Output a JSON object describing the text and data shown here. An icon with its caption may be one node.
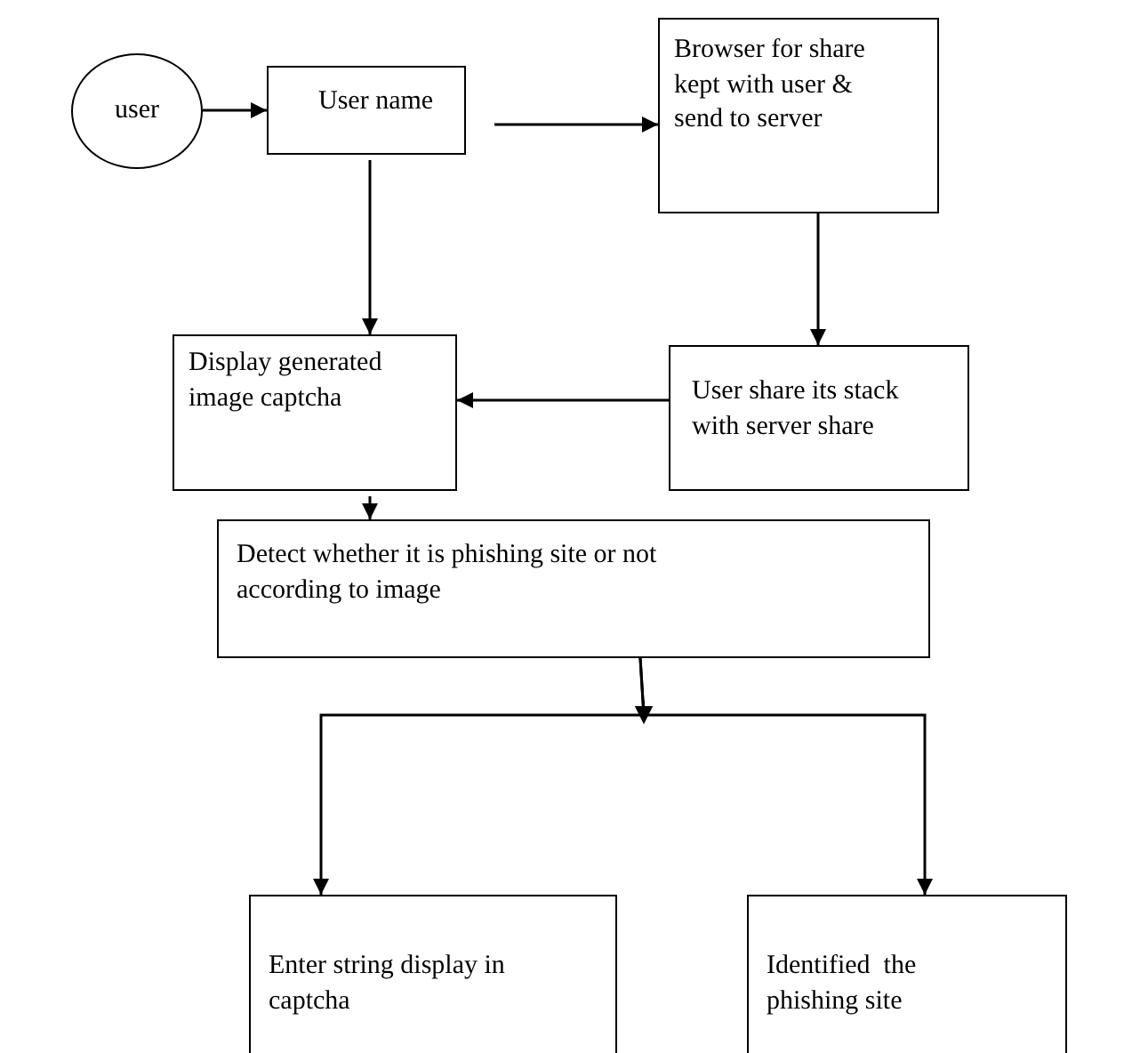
{
  "diagram": {
    "nodes": [
      {
        "text": [
          "user"
        ]
      },
      {
        "text": [
          "User name"
        ]
      },
      {
        "text": [
          "Browser for share kept with user & send to server"
        ]
      },
      {
        "text": [
          "Display generated image captcha"
        ]
      },
      {
        "text": [
          "User share its stack with server share"
        ]
      },
      {
        "text": [
          "Detect whether it is phishing site or not according to image"
        ]
      },
      {
        "text": [
          "Enter string display in captcha"
        ]
      },
      {
        "text": [
          "Identified  the phishing site"
        ]
      }
    ],
    "edges": [
      {
        "from": 0,
        "to": 1,
        "arrow": "to"
      },
      {
        "from": 1,
        "to": 2,
        "arrow": "to"
      },
      {
        "from": 1,
        "to": 3,
        "arrow": "to"
      },
      {
        "from": 2,
        "to": 4,
        "arrow": "to"
      },
      {
        "from": 4,
        "to": 3,
        "arrow": "to"
      },
      {
        "from": 3,
        "to": 5,
        "arrow": "to"
      },
      {
        "from": 5,
        "to": 6,
        "arrow": "to"
      },
      {
        "from": 5,
        "to": 7,
        "arrow": "to"
      }
    ]
  }
}
